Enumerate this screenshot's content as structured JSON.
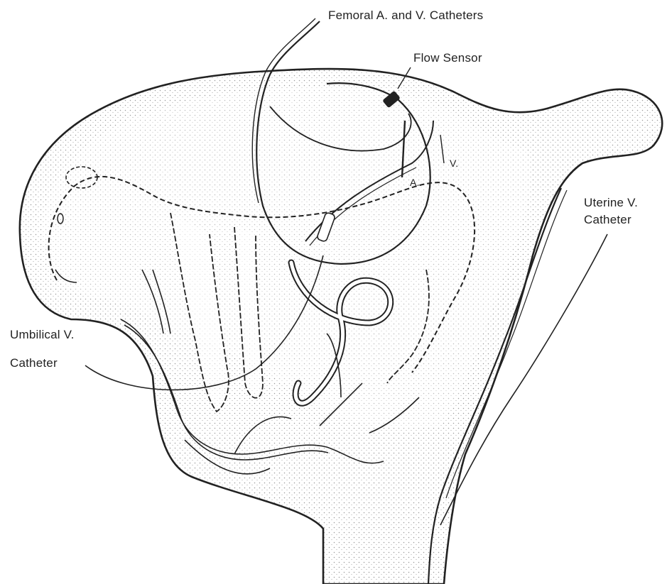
{
  "labels": {
    "femoral": "Femoral A. and V. Catheters",
    "flow_sensor": "Flow Sensor",
    "artery_mark": "A.",
    "vein_mark": "V.",
    "uterine_line1": "Uterine V.",
    "uterine_line2": "Catheter",
    "umbilical_line1": "Umbilical V.",
    "umbilical_line2": "Catheter"
  },
  "colors": {
    "ink": "#222222",
    "stipple": "#9a9a9a",
    "paper": "#ffffff"
  }
}
